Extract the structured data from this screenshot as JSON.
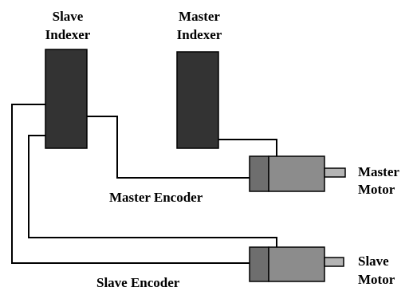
{
  "labels": {
    "slave_indexer": [
      "Slave",
      "Indexer"
    ],
    "master_indexer": [
      "Master",
      "Indexer"
    ],
    "master_encoder": "Master Encoder",
    "slave_encoder": "Slave Encoder",
    "master_motor": [
      "Master",
      "Motor"
    ],
    "slave_motor": [
      "Slave",
      "Motor"
    ]
  },
  "colors": {
    "indexer_fill": "#333333",
    "motor_fill": "#8c8c8c",
    "encoder_fill": "#6e6e6e",
    "shaft_fill": "#b4b4b4",
    "wire": "#000000"
  }
}
